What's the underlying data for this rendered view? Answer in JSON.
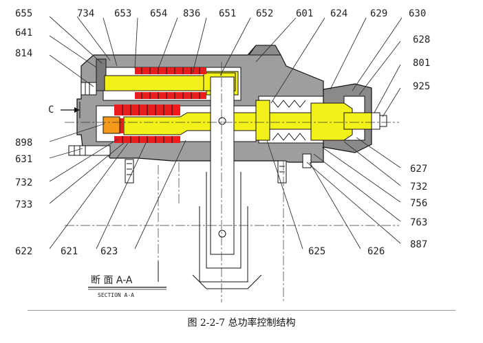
{
  "diagram": {
    "labels": {
      "l655": "655",
      "l734": "734",
      "l653": "653",
      "l654": "654",
      "l836": "836",
      "l651": "651",
      "l652": "652",
      "l601": "601",
      "l624": "624",
      "l629": "629",
      "l630": "630",
      "l641": "641",
      "l628": "628",
      "l814": "814",
      "l801": "801",
      "l925": "925",
      "lC": "C",
      "l898": "898",
      "l631": "631",
      "l732a": "732",
      "l733": "733",
      "l627": "627",
      "l732b": "732",
      "l756": "756",
      "l763": "763",
      "l887": "887",
      "l622": "622",
      "l621": "621",
      "l623": "623",
      "l625": "625",
      "l626": "626"
    },
    "section_title": "断 面 A-A",
    "section_subtitle": "SECTION A-A",
    "colors": {
      "housing": "#9e9e9e",
      "housing_dark": "#6f6f6f",
      "shaft": "#f2f21a",
      "spring": "#e81e1e",
      "orange": "#f59a1a",
      "line": "#111111"
    }
  },
  "caption": "图 2-2-7 总功率控制结构"
}
